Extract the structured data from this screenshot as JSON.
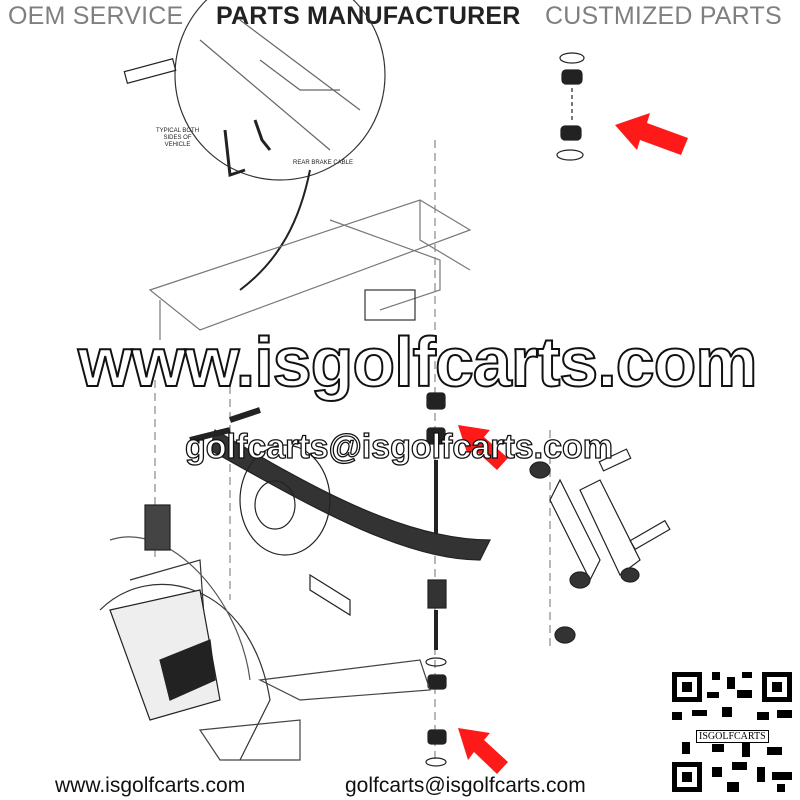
{
  "header": {
    "left": "OEM SERVICE",
    "center": "PARTS MANUFACTURER",
    "right": "CUSTMIZED PARTS"
  },
  "diagram_labels": {
    "typical": "TYPICAL BOTH SIDES OF VEHICLE",
    "rear_brake_cable": "REAR BRAKE CABLE"
  },
  "watermark": {
    "website": "www.isgolfcarts.com",
    "email": "golfcarts@isgolfcarts.com"
  },
  "footer": {
    "website": "www.isgolfcarts.com",
    "email": "golfcarts@isgolfcarts.com"
  },
  "qr": {
    "caption": "ISGOLFCARTS"
  },
  "colors": {
    "arrow": "#ff1a1a",
    "banner_gray": "#7f7f7f"
  }
}
